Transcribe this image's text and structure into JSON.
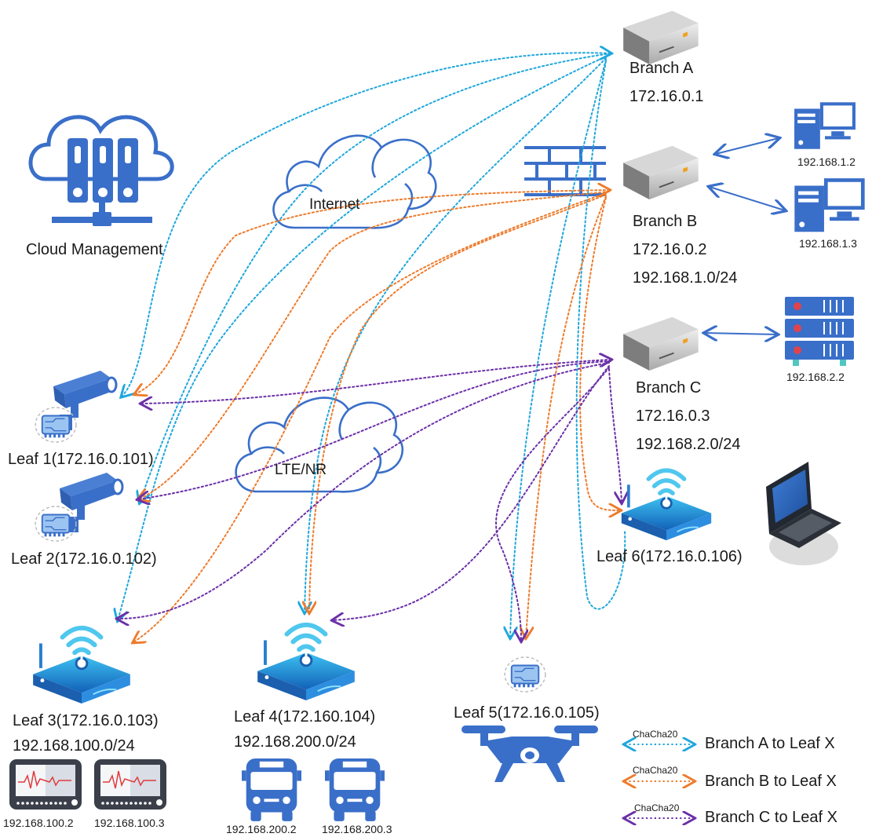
{
  "cloud_management": {
    "label": "Cloud Management"
  },
  "clouds": {
    "internet": "Internet",
    "lte": "LTE/NR"
  },
  "branches": [
    {
      "name": "Branch A",
      "ip": "172.16.0.1",
      "subnet": ""
    },
    {
      "name": "Branch B",
      "ip": "172.16.0.2",
      "subnet": "192.168.1.0/24"
    },
    {
      "name": "Branch C",
      "ip": "172.16.0.3",
      "subnet": "192.168.2.0/24"
    }
  ],
  "branch_b_hosts": [
    "192.168.1.2",
    "192.168.1.3"
  ],
  "branch_c_server": "192.168.2.2",
  "leaves": [
    {
      "label": "Leaf 1(172.16.0.101)",
      "subnet": ""
    },
    {
      "label": "Leaf 2(172.16.0.102)",
      "subnet": ""
    },
    {
      "label": "Leaf 3(172.16.0.103)",
      "subnet": "192.168.100.0/24"
    },
    {
      "label": "Leaf 4(172.160.104)",
      "subnet": "192.168.200.0/24"
    },
    {
      "label": "Leaf 5(172.16.0.105)",
      "subnet": ""
    },
    {
      "label": "Leaf 6(172.16.0.106)",
      "subnet": ""
    }
  ],
  "leaf3_devices": [
    "192.168.100.2",
    "192.168.100.3"
  ],
  "leaf4_devices": [
    "192.168.200.2",
    "192.168.200.3"
  ],
  "legend": [
    {
      "cipher": "ChaCha20",
      "label": "Branch A to Leaf X",
      "color": "#1fa7dc"
    },
    {
      "cipher": "ChaCha20",
      "label": "Branch B to Leaf X",
      "color": "#ee7b2c"
    },
    {
      "cipher": "ChaCha20",
      "label": "Branch C to Leaf X",
      "color": "#6b30a8"
    }
  ],
  "colors": {
    "device_blue": "#3a6fc9",
    "line_a": "#1fa7dc",
    "line_b": "#ee7b2c",
    "line_c": "#6b30a8"
  }
}
